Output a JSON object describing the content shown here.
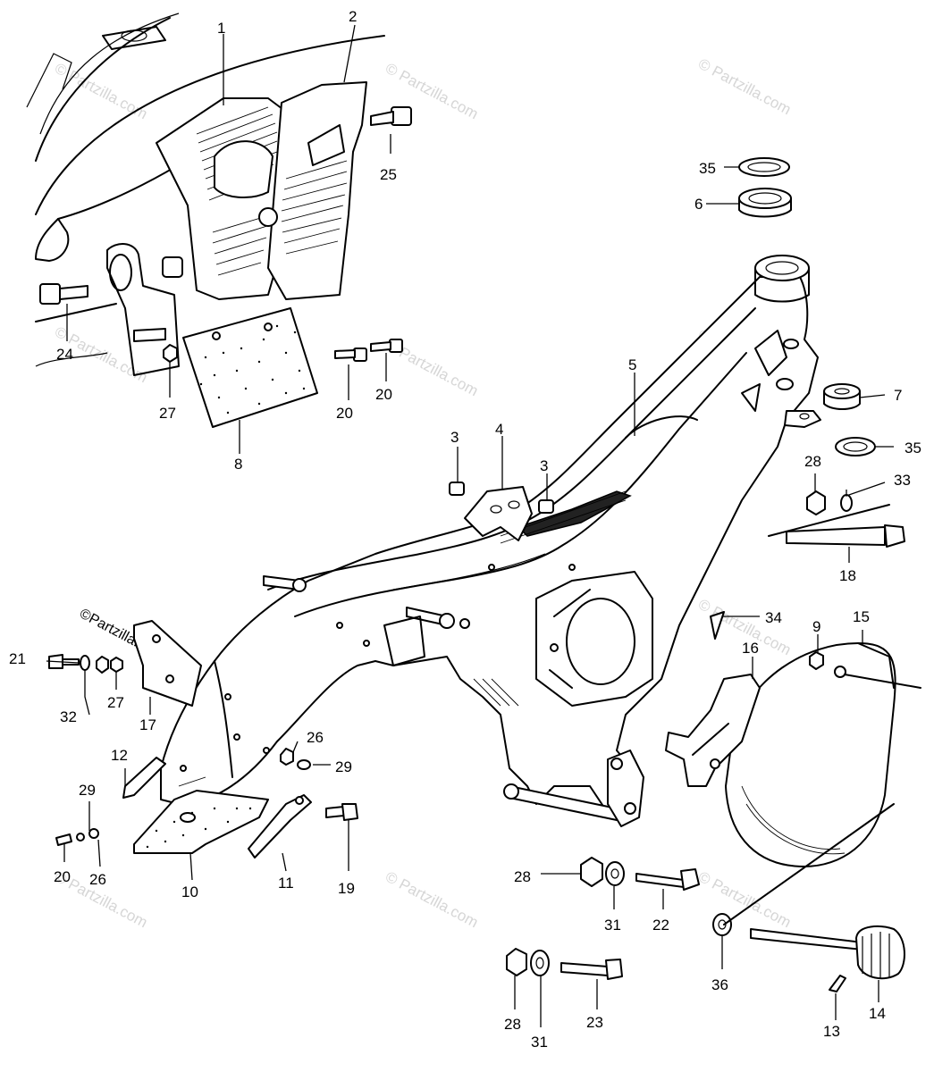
{
  "watermark": "© Partzilla.com",
  "watermark_small": "©Partzilla.com",
  "callouts": [
    "1",
    "2",
    "3",
    "3",
    "4",
    "5",
    "6",
    "7",
    "8",
    "9",
    "10",
    "11",
    "12",
    "13",
    "14",
    "15",
    "16",
    "17",
    "18",
    "19",
    "20",
    "20",
    "20",
    "21",
    "22",
    "23",
    "24",
    "25",
    "26",
    "26",
    "27",
    "27",
    "28",
    "28",
    "28",
    "29",
    "29",
    "31",
    "31",
    "32",
    "33",
    "34",
    "35",
    "35",
    "36"
  ]
}
